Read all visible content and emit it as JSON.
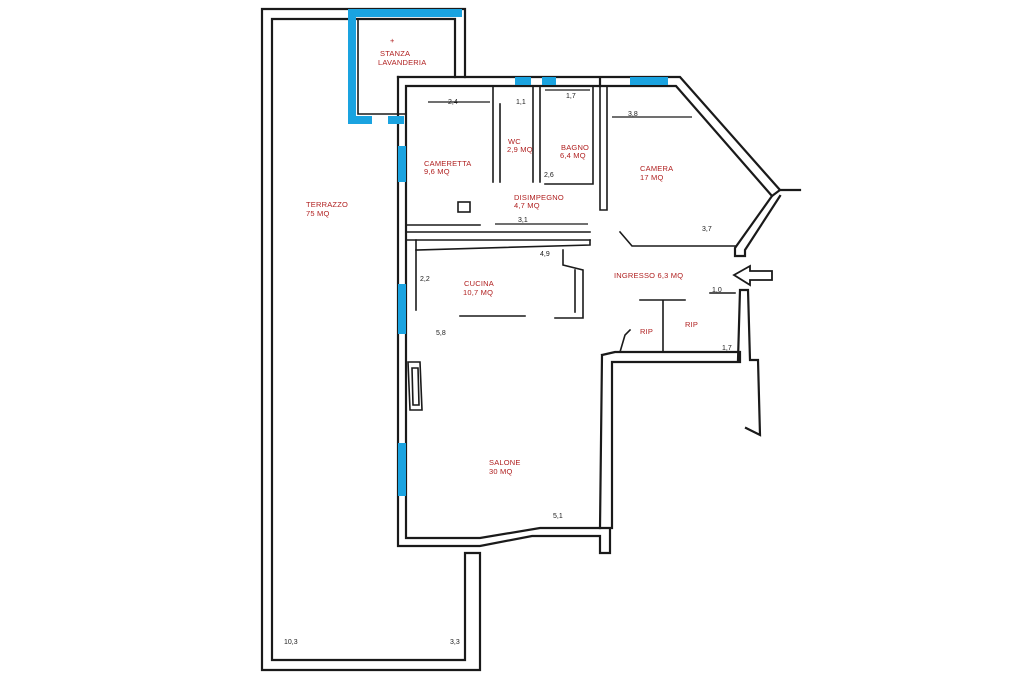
{
  "colors": {
    "wall": "#1a1a1a",
    "window": "#1aa3e0",
    "room_text": "#b02020",
    "dim_text": "#1a1a1a"
  },
  "rooms": {
    "terrazzo": {
      "name": "TERRAZZO",
      "area": "75 MQ"
    },
    "stanza_lavanderia": {
      "name": "STANZA",
      "name2": "LAVANDERIA",
      "mark": "+"
    },
    "cameretta": {
      "name": "CAMERETTA",
      "area": "9,6 MQ"
    },
    "wc": {
      "name": "WC",
      "area": "2,9 MQ"
    },
    "bagno": {
      "name": "BAGNO",
      "area": "6,4 MQ"
    },
    "camera": {
      "name": "CAMERA",
      "area": "17 MQ"
    },
    "disimpegno": {
      "name": "DISIMPEGNO",
      "area": "4,7 MQ"
    },
    "cucina": {
      "name": "CUCINA",
      "area": "10,7 MQ"
    },
    "ingresso": {
      "name": "INGRESSO 6,3 MQ"
    },
    "rip1": {
      "name": "RIP"
    },
    "rip2": {
      "name": "RIP"
    },
    "salone": {
      "name": "SALONE",
      "area": "30 MQ"
    }
  },
  "dimensions": {
    "d_2_4": "2,4",
    "d_1_1": "1,1",
    "d_1_7_top": "1,7",
    "d_3_8": "3,8",
    "d_2_6": "2,6",
    "d_3_1": "3,1",
    "d_3_7": "3,7",
    "d_4_9": "4,9",
    "d_2_2": "2,2",
    "d_5_8": "5,8",
    "d_1_0": "1,0",
    "d_1_7_rip": "1,7",
    "d_5_1": "5,1",
    "d_10_3": "10,3",
    "d_3_3": "3,3"
  }
}
